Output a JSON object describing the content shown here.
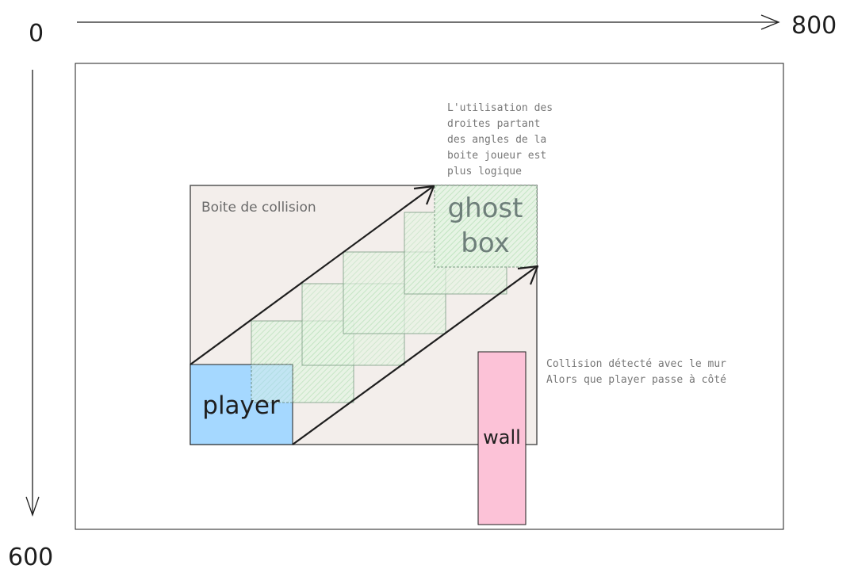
{
  "axes": {
    "x_start_label": "0",
    "x_end_label": "800",
    "y_end_label": "600"
  },
  "collision_box": {
    "label": "Boite de collision"
  },
  "player": {
    "label": "player"
  },
  "wall": {
    "label": "wall"
  },
  "ghost_box": {
    "line1": "ghost",
    "line2": "box"
  },
  "notes": {
    "top_note": [
      "L'utilisation des",
      "droites partant",
      "des angles de la",
      "boite joueur est",
      "plus logique"
    ],
    "collision_note": [
      "Collision détecté avec le mur",
      "Alors que player passe à côté"
    ]
  },
  "colors": {
    "stroke": "#1e1e1e",
    "collision_fill": "#f3eeeb",
    "player_fill": "#a5d8ff",
    "wall_fill": "#fcc2d7",
    "ghost_fill": "#b2f2bb"
  }
}
